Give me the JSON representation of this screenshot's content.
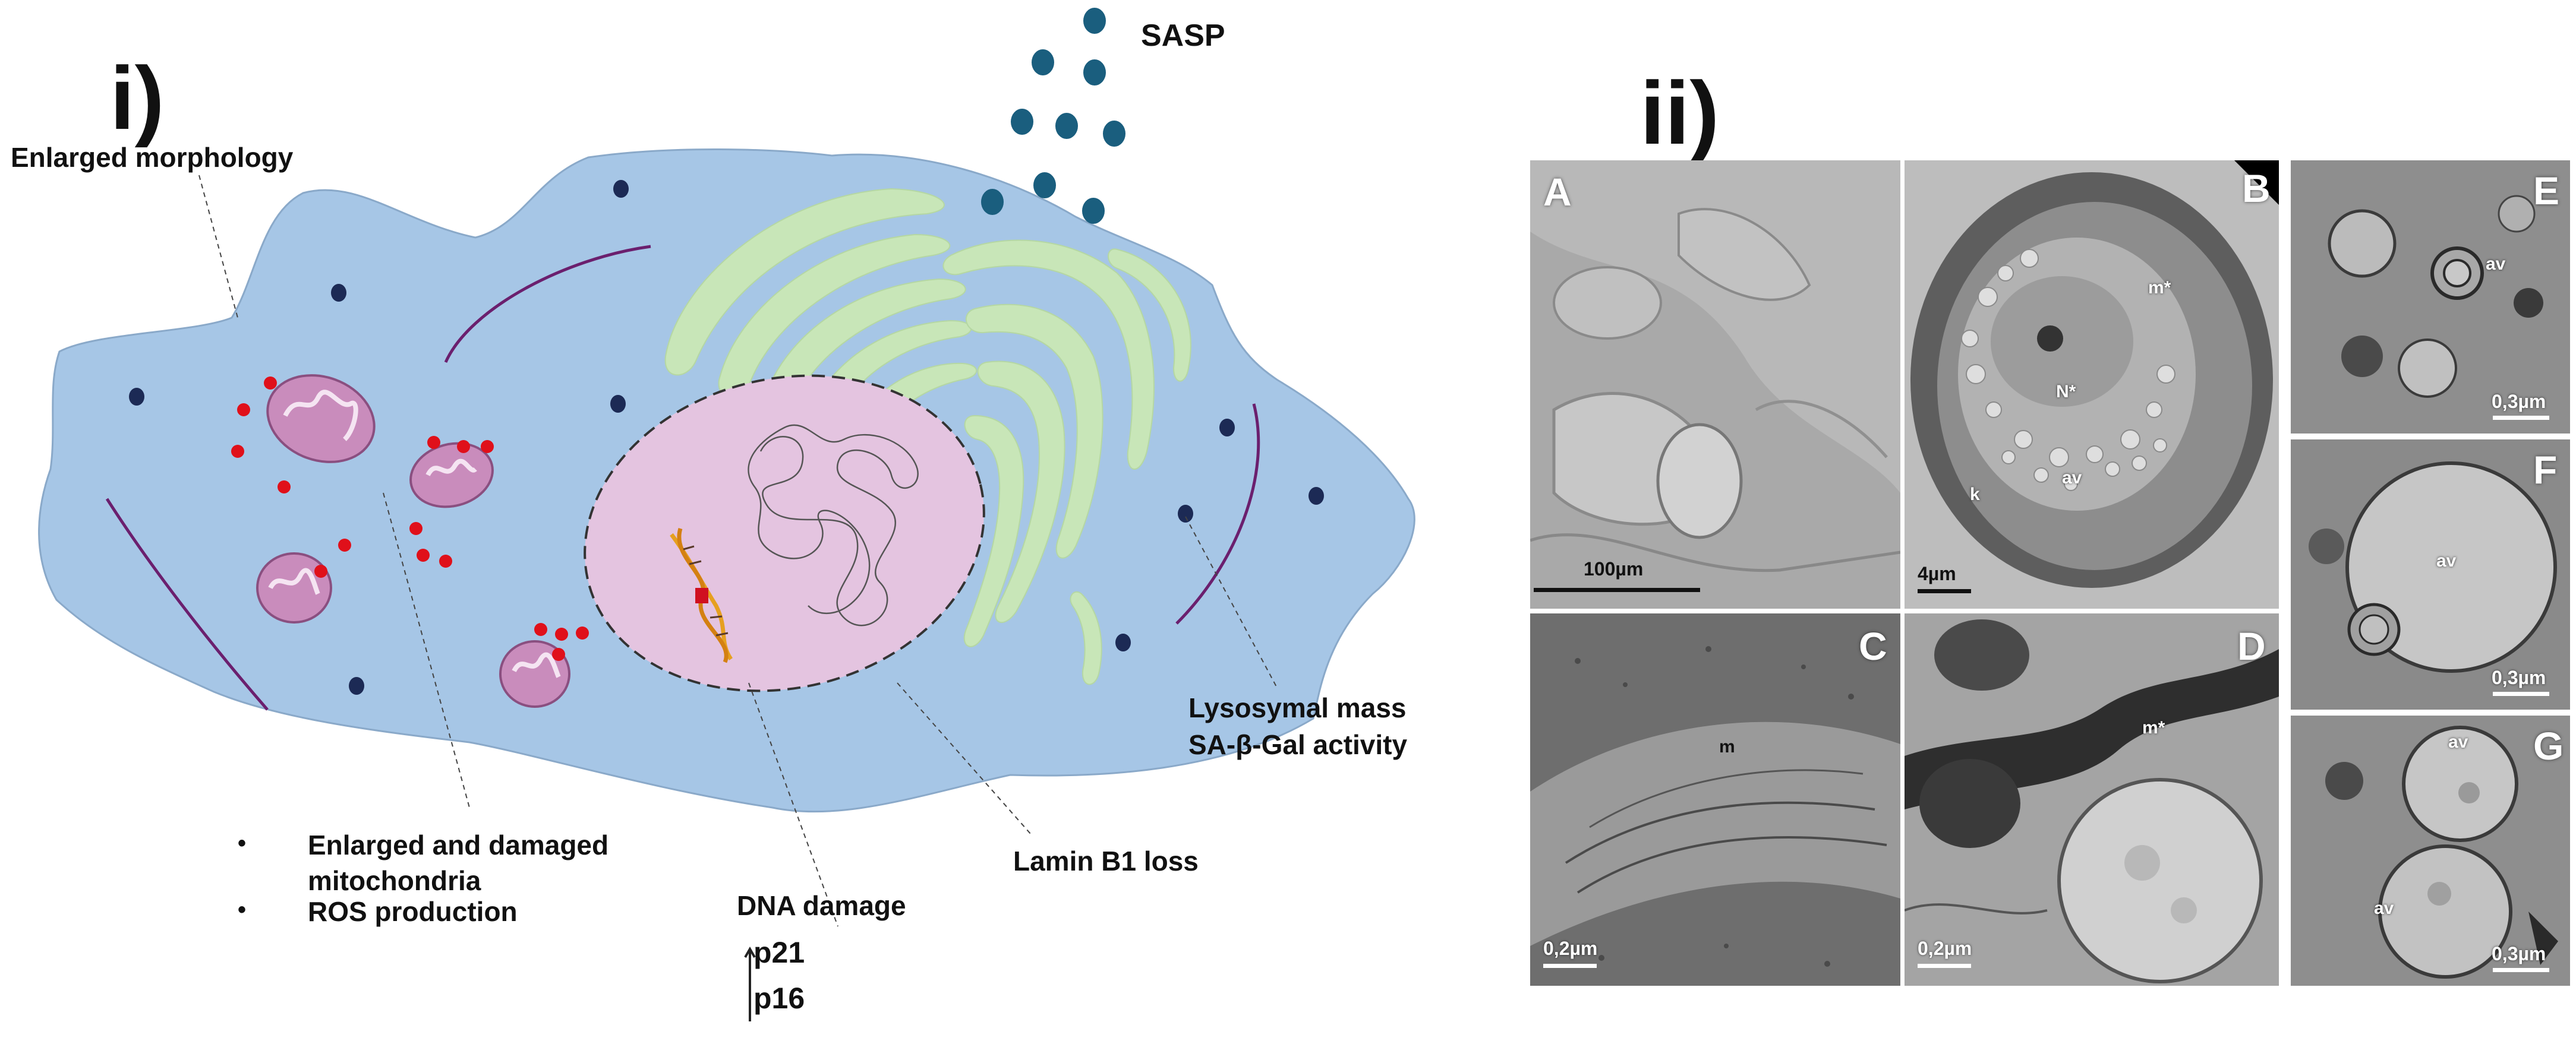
{
  "panel_i": {
    "label": "i)",
    "enlarged_morphology": "Enlarged morphology",
    "sasp": "SASP",
    "mito_items": [
      {
        "bullet": "•",
        "text_line1": "Enlarged and damaged",
        "text_line2": "mitochondria"
      },
      {
        "bullet": "•",
        "text_line1": "ROS production",
        "text_line2": ""
      }
    ],
    "dna_damage": "DNA damage",
    "p21": "p21",
    "p16": "p16",
    "lamin": "Lamin B1 loss",
    "lysosomal_line1": "Lysosymal mass",
    "lysosomal_line2": "SA-β-Gal activity",
    "colors": {
      "cytoplasm": "#a6c6e6",
      "nucleus": "#e4c4e0",
      "golgi": "#c8e6b8",
      "mitochondria": "#c98cbc",
      "ros": "#e0101a",
      "lysosome": "#1c2a55",
      "sasp": "#1a5e7e",
      "membrane": "#6b1f6e"
    }
  },
  "panel_ii": {
    "label": "ii)",
    "panels": [
      {
        "letter": "A",
        "scale": "100µm",
        "inner": []
      },
      {
        "letter": "B",
        "scale": "4µm",
        "inner": [
          "m*",
          "N*",
          "av",
          "k"
        ]
      },
      {
        "letter": "C",
        "scale": "0,2µm",
        "inner": [
          "m"
        ]
      },
      {
        "letter": "D",
        "scale": "0,2µm",
        "inner": [
          "m*"
        ]
      },
      {
        "letter": "E",
        "scale": "0,3µm",
        "inner": [
          "av"
        ]
      },
      {
        "letter": "F",
        "scale": "0,3µm",
        "inner": [
          "av"
        ]
      },
      {
        "letter": "G",
        "scale": "0,3µm",
        "inner": [
          "av",
          "av"
        ]
      }
    ]
  }
}
